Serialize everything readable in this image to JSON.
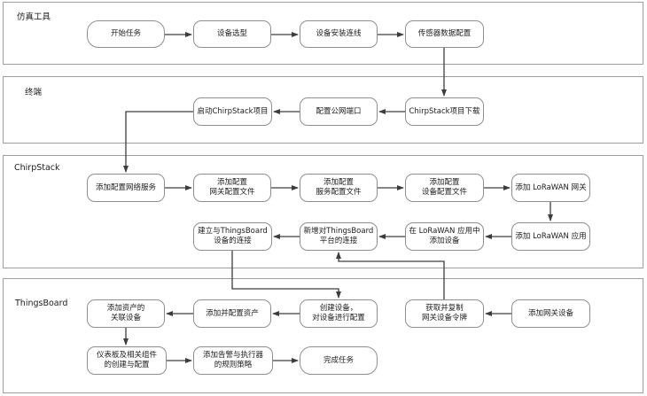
{
  "colors": {
    "bg": "#fdfdfd",
    "lane_border": "#9e9e9e",
    "box_border": "#8f8f8f",
    "line": "#3d3d3d",
    "text": "#1c1c1c"
  },
  "lanes": [
    {
      "id": "simulation-tool",
      "label": "仿真工具"
    },
    {
      "id": "terminal",
      "label": "终端"
    },
    {
      "id": "chirpstack",
      "label": "ChirpStack"
    },
    {
      "id": "thingsboard",
      "label": "ThingsBoard"
    }
  ],
  "nodes": {
    "start_task": {
      "label": "开始任务",
      "lane": "仿真工具"
    },
    "device_selection": {
      "label": "设备选型",
      "lane": "仿真工具"
    },
    "device_wiring": {
      "label": "设备安装连线",
      "lane": "仿真工具"
    },
    "sensor_config": {
      "label": "传感器数据配置",
      "lane": "仿真工具"
    },
    "start_chirpstack": {
      "label": "启动ChirpStack项目",
      "lane": "终端"
    },
    "config_port": {
      "label": "配置公网端口",
      "lane": "终端"
    },
    "chirpstack_download": {
      "label": "ChirpStack项目下载",
      "lane": "终端"
    },
    "add_net_service": {
      "label": "添加配置网络服务",
      "lane": "ChirpStack"
    },
    "add_gw_profile": {
      "label": "添加配置\n网关配置文件",
      "lane": "ChirpStack"
    },
    "add_svc_profile": {
      "label": "添加配置\n服务配置文件",
      "lane": "ChirpStack"
    },
    "add_dev_profile": {
      "label": "添加配置\n设备配置文件",
      "lane": "ChirpStack"
    },
    "add_lorawan_gw": {
      "label": "添加 LoRaWAN 网关",
      "lane": "ChirpStack"
    },
    "connect_tb_device": {
      "label": "建立与ThingsBoard\n设备的连接",
      "lane": "ChirpStack"
    },
    "new_tb_platform": {
      "label": "新增对ThingsBoard\n平台的连接",
      "lane": "ChirpStack"
    },
    "add_device_in_app": {
      "label": "在 LoRaWAN 应用中\n添加设备",
      "lane": "ChirpStack"
    },
    "add_lorawan_app": {
      "label": "添加 LoRaWAN 应用",
      "lane": "ChirpStack"
    },
    "add_asset_device": {
      "label": "添加资产的\n关联设备",
      "lane": "ThingsBoard"
    },
    "add_config_asset": {
      "label": "添加并配置资产",
      "lane": "ThingsBoard"
    },
    "create_device": {
      "label": "创建设备，\n对设备进行配置",
      "lane": "ThingsBoard"
    },
    "get_token": {
      "label": "获取并复制\n网关设备令牌",
      "lane": "ThingsBoard"
    },
    "add_gw_device": {
      "label": "添加网关设备",
      "lane": "ThingsBoard"
    },
    "dashboard_config": {
      "label": "仪表板及相关组件\n的创建与配置",
      "lane": "ThingsBoard"
    },
    "add_alarm_rules": {
      "label": "添加告警与执行器\n的规则策略",
      "lane": "ThingsBoard"
    },
    "complete_task": {
      "label": "完成任务",
      "lane": "ThingsBoard"
    }
  },
  "edges": [
    {
      "from": "start_task",
      "to": "device_selection"
    },
    {
      "from": "device_selection",
      "to": "device_wiring"
    },
    {
      "from": "device_wiring",
      "to": "sensor_config"
    },
    {
      "from": "sensor_config",
      "to": "chirpstack_download"
    },
    {
      "from": "chirpstack_download",
      "to": "config_port"
    },
    {
      "from": "config_port",
      "to": "start_chirpstack"
    },
    {
      "from": "start_chirpstack",
      "to": "add_net_service"
    },
    {
      "from": "add_net_service",
      "to": "add_gw_profile"
    },
    {
      "from": "add_gw_profile",
      "to": "add_svc_profile"
    },
    {
      "from": "add_svc_profile",
      "to": "add_dev_profile"
    },
    {
      "from": "add_dev_profile",
      "to": "add_lorawan_gw"
    },
    {
      "from": "add_lorawan_gw",
      "to": "add_lorawan_app"
    },
    {
      "from": "add_lorawan_app",
      "to": "add_device_in_app"
    },
    {
      "from": "add_device_in_app",
      "to": "new_tb_platform"
    },
    {
      "from": "get_token",
      "to": "new_tb_platform"
    },
    {
      "from": "new_tb_platform",
      "to": "connect_tb_device"
    },
    {
      "from": "connect_tb_device",
      "to": "create_device"
    },
    {
      "from": "add_gw_device",
      "to": "get_token"
    },
    {
      "from": "create_device",
      "to": "add_config_asset"
    },
    {
      "from": "add_config_asset",
      "to": "add_asset_device"
    },
    {
      "from": "add_asset_device",
      "to": "dashboard_config"
    },
    {
      "from": "dashboard_config",
      "to": "add_alarm_rules"
    },
    {
      "from": "add_alarm_rules",
      "to": "complete_task"
    }
  ]
}
